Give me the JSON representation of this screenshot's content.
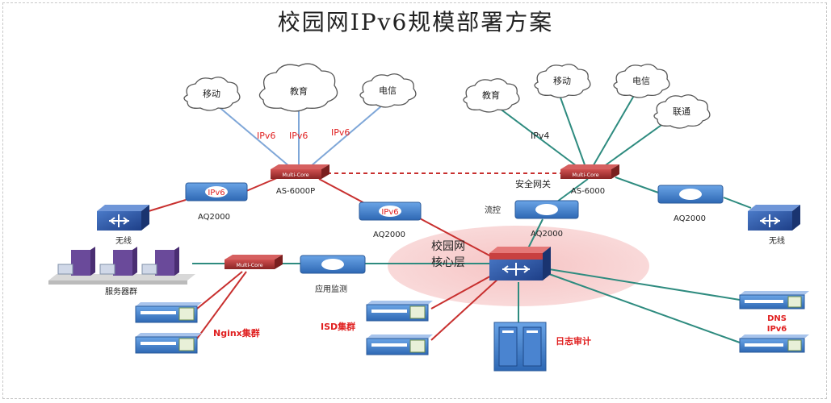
{
  "title": "校园网IPv6规模部署方案",
  "colors": {
    "red_link": "#c8302f",
    "teal_link": "#2e8b7f",
    "blue_link": "#7fa7d8",
    "device_blue": "#3a78c8",
    "router_red": "#b43a3a",
    "label_red": "#e02020"
  },
  "clouds": {
    "mobile_left": "移动",
    "edu_left": "教育",
    "telecom_left": "电信",
    "edu_right": "教育",
    "mobile_right": "移动",
    "telecom_right": "电信",
    "unicom_right": "联通"
  },
  "links": {
    "ipv6_1": "IPv6",
    "ipv6_2": "IPv6",
    "ipv6_3": "IPv6",
    "ipv4": "IPv4"
  },
  "routers": {
    "left_chassis": "Multi-Core",
    "left_name": "AS-6000P",
    "right_chassis": "Multi-Core",
    "right_name": "AS-6000",
    "right_caption": "安全网关",
    "mid_chassis": "Multi-Core"
  },
  "devices": {
    "aq_left_badge": "IPv6",
    "aq_left_name": "AQ2000",
    "aq_center_badge": "IPv6",
    "aq_center_name": "AQ2000",
    "flow_caption": "流控",
    "flow_name": "AQ2000",
    "aq_right_name": "AQ2000",
    "wireless_left": "无线",
    "wireless_right": "无线",
    "servers": "服务器群",
    "app_monitor": "应用监测"
  },
  "core": {
    "line1": "校园网",
    "line2": "核心层"
  },
  "labels": {
    "nginx": "Nginx集群",
    "isd": "ISD集群",
    "log_audit": "日志审计",
    "dns": "DNS",
    "dns_ipv6": "IPv6"
  }
}
